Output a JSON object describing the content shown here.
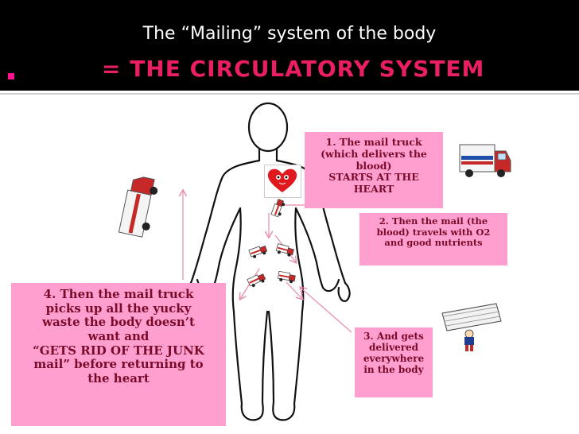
{
  "header": {
    "title_line1": "The “Mailing” system of the body",
    "title_line2": "= The Circulatory System"
  },
  "callouts": {
    "c1": {
      "line1": "1. The mail truck",
      "line2": "(which delivers the",
      "line3": "blood)",
      "line4": "starts at the",
      "line5": "heart"
    },
    "c2": {
      "line1": "2. Then the mail (the",
      "line2": "blood) travels with O2",
      "line3": "and good nutrients"
    },
    "c3": {
      "line1": "3. And gets",
      "line2": "delivered",
      "line3": "everywhere",
      "line4": "in the body"
    },
    "c4": {
      "line1": "4. Then the mail truck",
      "line2": "picks up all the yucky",
      "line3": "waste the body doesn’t",
      "line4": "want and",
      "line5": "“gets rid of the junk",
      "line6": "mail” before returning to",
      "line7": "the heart"
    }
  },
  "icons": [
    "heart-icon",
    "mail-truck-icon",
    "mail-carrier-icon",
    "body-outline"
  ],
  "colors": {
    "header_bg": "#000000",
    "title_pink": "#e91e63",
    "callout_bg": "#ff9fcf",
    "callout_text": "#7a0a2a",
    "arrow": "#e98aab"
  }
}
